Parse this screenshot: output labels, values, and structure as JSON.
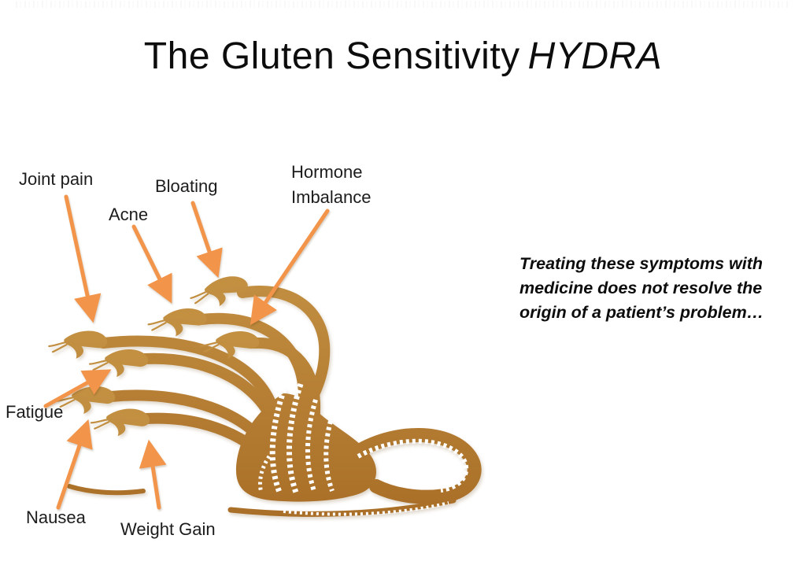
{
  "title": {
    "text_regular": "The Gluten Sensitivity",
    "text_italic": "HYDRA"
  },
  "symptom_labels": [
    {
      "text": "Joint pain"
    },
    {
      "text": "Acne"
    },
    {
      "text": "Bloating"
    },
    {
      "text": "Hormone Imbalance"
    },
    {
      "text": "Fatigue"
    },
    {
      "text": "Nausea"
    },
    {
      "text": "Weight Gain"
    }
  ],
  "note": {
    "line1": "Treating these symptoms with",
    "line2": "medicine does not resolve the",
    "line3": "origin of a patient’s problem…"
  },
  "illustration": {
    "name": "gluten-sensitivity-hydra",
    "heads": 7
  },
  "colors": {
    "background": "#ffffff",
    "text": "#0d0d0d",
    "arrow_orange": "#f2954a",
    "hydra_gold_light": "#c39042",
    "hydra_gold_dark": "#a86d26"
  }
}
